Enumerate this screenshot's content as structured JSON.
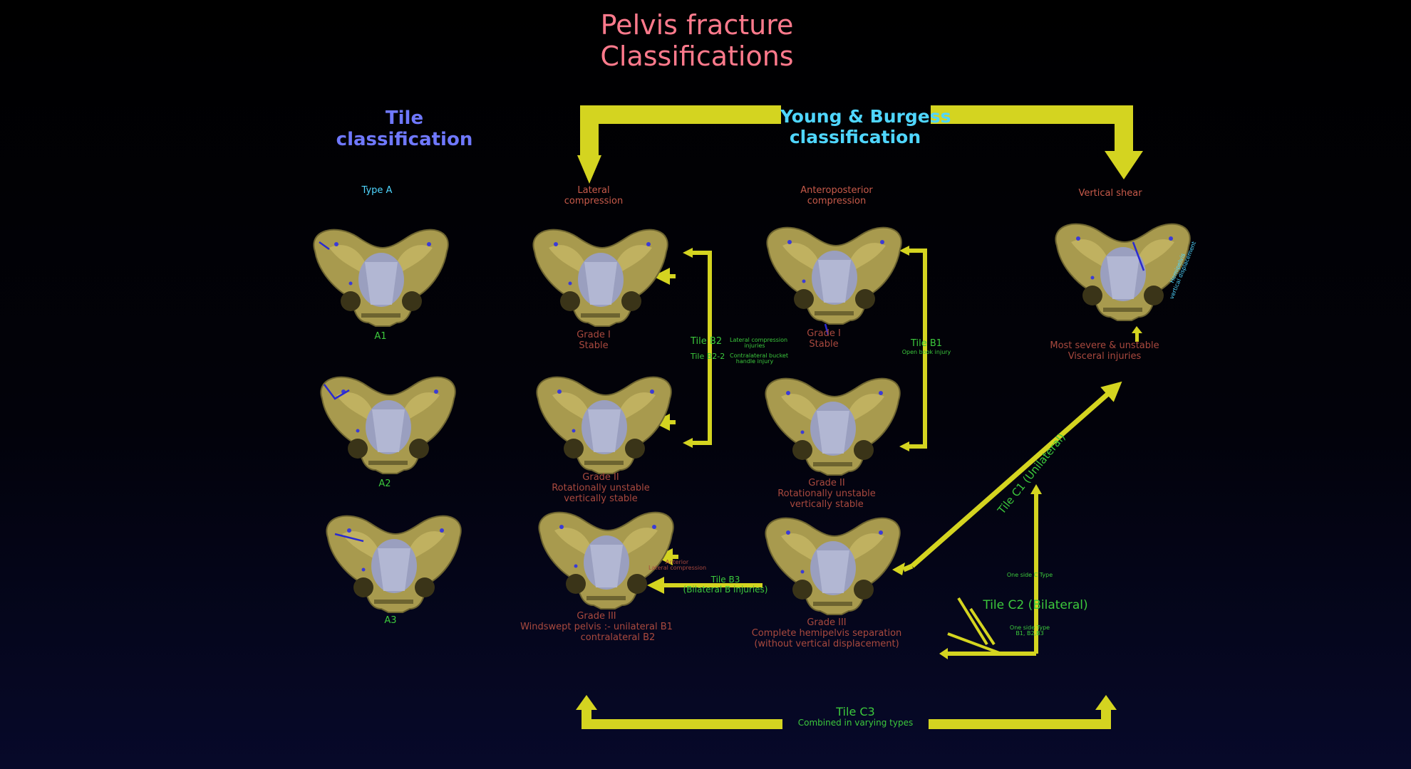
{
  "title": {
    "line1": "Pelvis fracture",
    "line2": "Classifications"
  },
  "tile": {
    "heading1": "Tile",
    "heading2": "classification",
    "type_a": "Type A",
    "a1": "A1",
    "a2": "A2",
    "a3": "A3"
  },
  "young_burgess": {
    "heading1": "Young & Burgess",
    "heading2": "classification"
  },
  "columns": {
    "lateral": {
      "line1": "Lateral",
      "line2": "compression"
    },
    "ap": {
      "line1": "Anteroposterior",
      "line2": "compression"
    },
    "vs": {
      "line1": "Vertical shear"
    }
  },
  "lc": {
    "g1_1": "Grade I",
    "g1_2": "Stable",
    "g2_1": "Grade II",
    "g2_2": "Rotationally unstable",
    "g2_3": "vertically stable",
    "g3_1": "Grade III",
    "g3_2": "Windswept pelvis :- unilateral B1",
    "g3_3": "contralateral B2"
  },
  "apc": {
    "g1_1": "Grade I",
    "g1_2": "Stable",
    "g2_1": "Grade II",
    "g2_2": "Rotationally unstable",
    "g2_3": "vertically stable",
    "g3_1": "Grade III",
    "g3_2": "Complete hemipelvis separation",
    "g3_3": "(without vertical displacement)"
  },
  "vs": {
    "desc1": "Most severe & unstable",
    "desc2": "Visceral injuries",
    "hemipelvis1": "Hemipelvis",
    "hemipelvis2": "vertical displacement"
  },
  "tile_b": {
    "b2": "Tile B2",
    "b2_note1": "Lateral compression",
    "b2_note2": "injuries",
    "b2_2": "Tile B2-2",
    "b2_2_note1": "Contralateral bucket",
    "b2_2_note2": "handle injury",
    "b1": "Tile B1",
    "b1_note": "Open book injury",
    "b3": "Tile B3",
    "b3_sub": "(Bilateral B injuries)",
    "b3_small1": "Anterior",
    "b3_small2": "Lateral compression"
  },
  "tile_c": {
    "c1": "Tile C1 (Unilateral)",
    "one_side": "One side C Type",
    "c2": "Tile C2 (Bilateral)",
    "c2_note1": "One side Type",
    "c2_note2": "B1, B2,B3",
    "c3": "Tile C3",
    "c3_sub": "Combined in varying types"
  },
  "colors": {
    "arrow": "#d4d420",
    "bone": "#a89a4e",
    "title": "#ff7a8c"
  }
}
